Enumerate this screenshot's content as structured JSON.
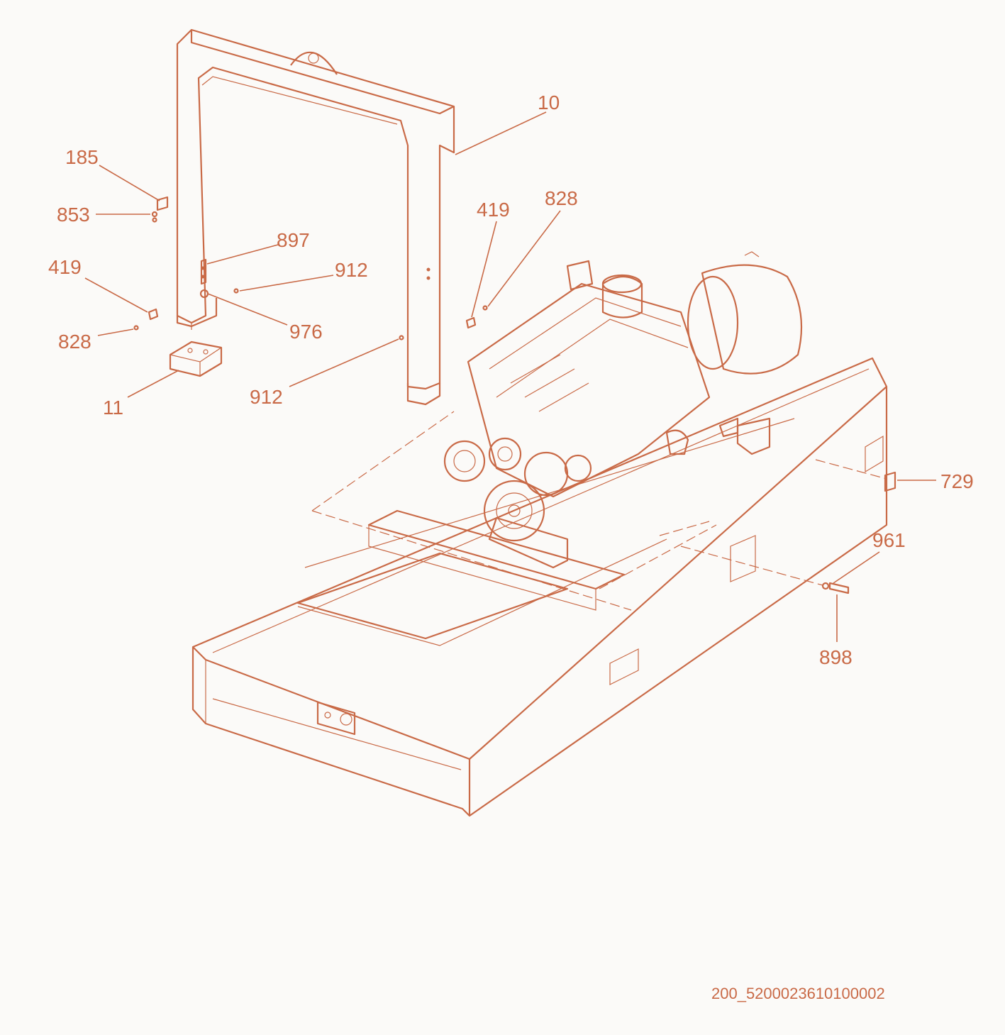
{
  "diagram": {
    "callouts": [
      {
        "id": "c10",
        "text": "10"
      },
      {
        "id": "c185",
        "text": "185"
      },
      {
        "id": "c853",
        "text": "853"
      },
      {
        "id": "c897",
        "text": "897"
      },
      {
        "id": "c419a",
        "text": "419"
      },
      {
        "id": "c828a",
        "text": "828"
      },
      {
        "id": "c912a",
        "text": "912"
      },
      {
        "id": "c976",
        "text": "976"
      },
      {
        "id": "c419b",
        "text": "419"
      },
      {
        "id": "c828b",
        "text": "828"
      },
      {
        "id": "c11",
        "text": "11"
      },
      {
        "id": "c912b",
        "text": "912"
      },
      {
        "id": "c729",
        "text": "729"
      },
      {
        "id": "c961",
        "text": "961"
      },
      {
        "id": "c898",
        "text": "898"
      }
    ],
    "document_id": "200_5200023610100002",
    "line_color": "#c96a47",
    "background": "#fbfaf8"
  }
}
